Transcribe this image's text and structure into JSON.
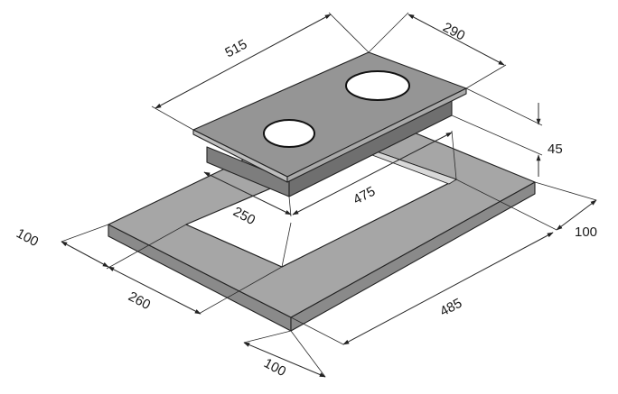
{
  "diagram": {
    "title": "",
    "dimensions": {
      "width": "515",
      "depth": "290",
      "height": "45",
      "cutout_width": "475",
      "cutout_offset": "250",
      "left_margin": "100",
      "right_margin": "100",
      "front_margin": "100",
      "front_offset": "260",
      "cutout_depth": "485"
    },
    "colors": {
      "hob_top": "#959595",
      "hob_side": "#6f6f6f",
      "hob_front": "#7d7d7d",
      "counter_top": "#a6a6a6",
      "counter_edge": "#8a8a8a",
      "cutout": "#ffffff",
      "burner": "#ffffff"
    }
  }
}
